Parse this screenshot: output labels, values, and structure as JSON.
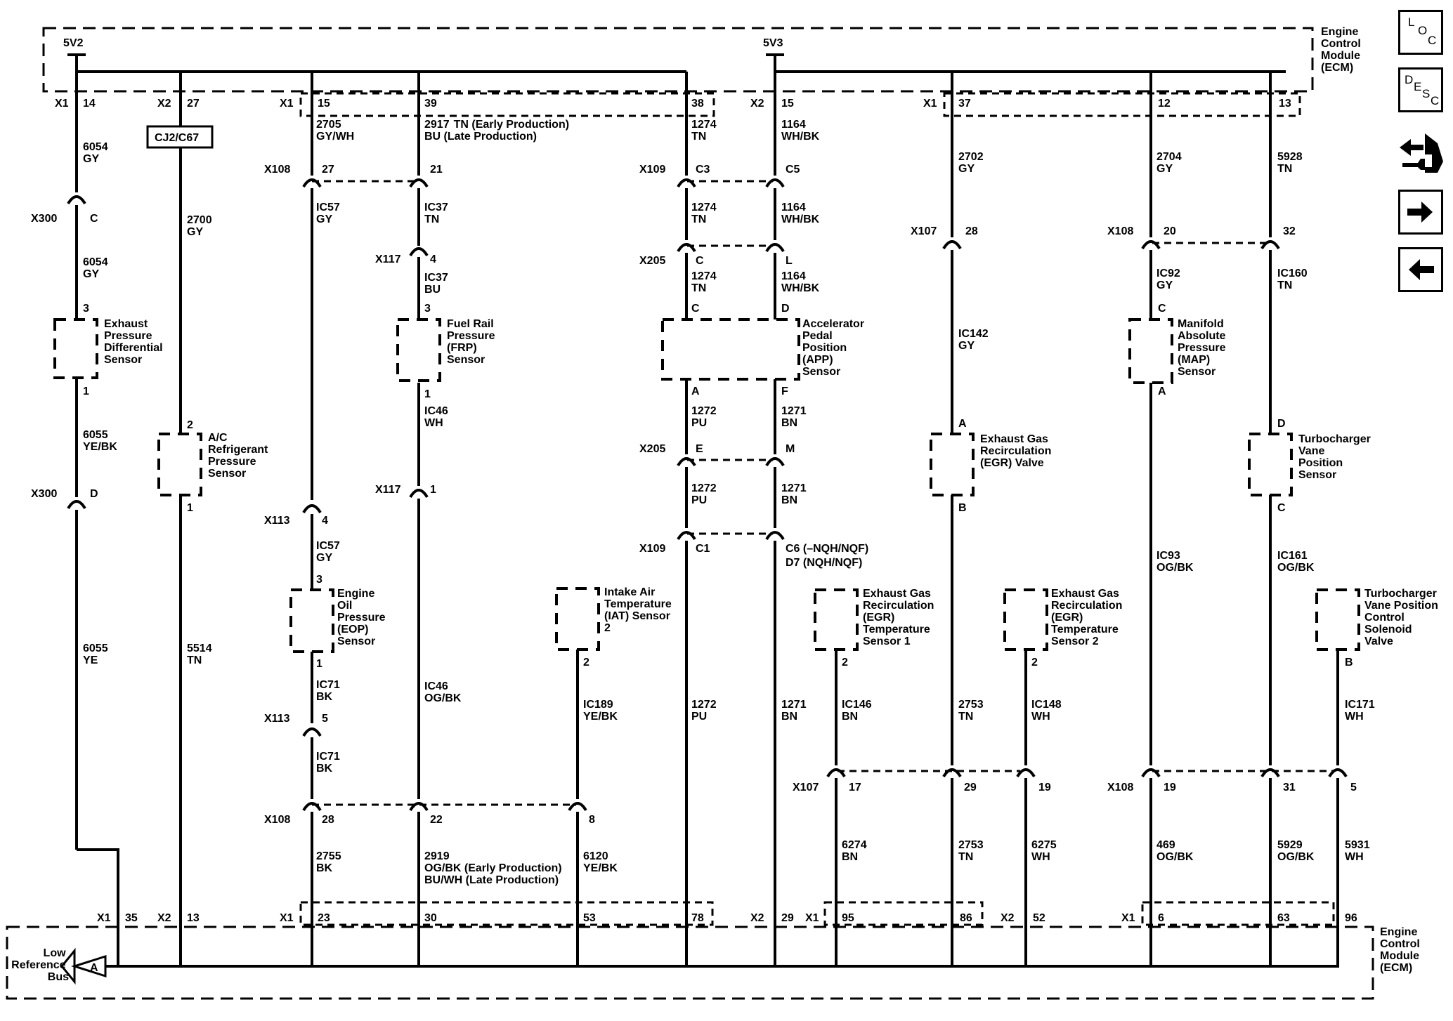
{
  "ecm_top": {
    "label": [
      "Engine",
      "Control",
      "Module",
      "(ECM)"
    ],
    "rails": [
      {
        "name": "5V2"
      },
      {
        "name": "5V3"
      }
    ]
  },
  "ecm_bottom": {
    "label": [
      "Engine",
      "Control",
      "Module",
      "(ECM)"
    ],
    "low_ref": [
      "Low",
      "Reference",
      "Bus"
    ],
    "low_ref_symbol": "A"
  },
  "connector_box": "CJ2/C67",
  "top_pins": [
    {
      "conn": "X1",
      "pin": "14"
    },
    {
      "conn": "X2",
      "pin": "27"
    },
    {
      "conn": "X1",
      "pin": "15"
    },
    {
      "pin": "39"
    },
    {
      "pin": "38"
    },
    {
      "conn": "X2",
      "pin": "15"
    },
    {
      "conn": "X1",
      "pin": "37"
    },
    {
      "pin": "12"
    },
    {
      "pin": "13"
    }
  ],
  "bottom_pins": [
    {
      "conn": "X1",
      "pin": "35"
    },
    {
      "conn": "X2",
      "pin": "13"
    },
    {
      "conn": "X1",
      "pin": "23"
    },
    {
      "pin": "30"
    },
    {
      "pin": "53"
    },
    {
      "pin": "78"
    },
    {
      "conn": "X2",
      "pin": "29"
    },
    {
      "conn": "X1",
      "pin": "95"
    },
    {
      "pin": "86"
    },
    {
      "conn": "X2",
      "pin": "52"
    },
    {
      "conn": "X1",
      "pin": "6"
    },
    {
      "pin": "63"
    },
    {
      "pin": "96"
    }
  ],
  "sensors": [
    {
      "label": [
        "Exhaust",
        "Pressure",
        "Differential",
        "Sensor"
      ],
      "pins": [
        "3",
        "1"
      ]
    },
    {
      "label": [
        "A/C",
        "Refrigerant",
        "Pressure",
        "Sensor"
      ],
      "pins": [
        "2",
        "1"
      ]
    },
    {
      "label": [
        "Fuel Rail",
        "Pressure",
        "(FRP)",
        "Sensor"
      ],
      "pins": [
        "3",
        "1"
      ]
    },
    {
      "label": [
        "Engine",
        "Oil",
        "Pressure",
        "(EOP)",
        "Sensor"
      ],
      "pins": [
        "3",
        "1"
      ]
    },
    {
      "label": [
        "Intake Air",
        "Temperature",
        "(IAT) Sensor",
        "2"
      ],
      "pins": [
        "2"
      ]
    },
    {
      "label": [
        "Accelerator",
        "Pedal",
        "Position",
        "(APP)",
        "Sensor"
      ],
      "pins": [
        "C",
        "D",
        "A",
        "F"
      ]
    },
    {
      "label": [
        "Exhaust Gas",
        "Recirculation",
        "(EGR)",
        "Temperature",
        "Sensor 1"
      ],
      "pins": [
        "2"
      ]
    },
    {
      "label": [
        "Exhaust Gas",
        "Recirculation",
        "(EGR) Valve"
      ],
      "pins": [
        "A",
        "B"
      ]
    },
    {
      "label": [
        "Exhaust Gas",
        "Recirculation",
        "(EGR)",
        "Temperature",
        "Sensor 2"
      ],
      "pins": [
        "2"
      ]
    },
    {
      "label": [
        "Manifold",
        "Absolute",
        "Pressure",
        "(MAP)",
        "Sensor"
      ],
      "pins": [
        "C",
        "A"
      ]
    },
    {
      "label": [
        "Turbocharger",
        "Vane",
        "Position",
        "Sensor"
      ],
      "pins": [
        "D",
        "C"
      ]
    },
    {
      "label": [
        "Turbocharger",
        "Vane Position",
        "Control",
        "Solenoid",
        "Valve"
      ],
      "pins": [
        "B"
      ]
    }
  ],
  "inline_connectors": [
    {
      "name": "X300",
      "pin": "C"
    },
    {
      "name": "X300",
      "pin": "D"
    },
    {
      "name": "X108",
      "pin": "27"
    },
    {
      "pin": "21"
    },
    {
      "name": "X117",
      "pin": "4"
    },
    {
      "name": "X117",
      "pin": "1"
    },
    {
      "name": "X113",
      "pin": "4"
    },
    {
      "name": "X113",
      "pin": "5"
    },
    {
      "name": "X108",
      "pin": "28"
    },
    {
      "pin": "22"
    },
    {
      "pin": "8"
    },
    {
      "name": "X109",
      "pin": "C3"
    },
    {
      "pin": "C5"
    },
    {
      "name": "X205",
      "pin": "C"
    },
    {
      "pin": "L"
    },
    {
      "name": "X205",
      "pin": "E"
    },
    {
      "pin": "M"
    },
    {
      "name": "X109",
      "pin": "C1"
    },
    {
      "pin": "C6 (–NQH/NQF)"
    },
    {
      "pin": "D7 (NQH/NQF)"
    },
    {
      "name": "X107",
      "pin": "28"
    },
    {
      "name": "X108",
      "pin": "20"
    },
    {
      "pin": "32"
    },
    {
      "name": "X107",
      "pin": "17"
    },
    {
      "pin": "29"
    },
    {
      "pin": "19"
    },
    {
      "name": "X108",
      "pin": "19"
    },
    {
      "pin": "31"
    },
    {
      "pin": "5"
    }
  ],
  "wires": [
    {
      "circuit": "6054",
      "color": "GY"
    },
    {
      "circuit": "6054",
      "color": "GY"
    },
    {
      "circuit": "6055",
      "color": "YE/BK"
    },
    {
      "circuit": "6055",
      "color": "YE"
    },
    {
      "circuit": "2700",
      "color": "GY"
    },
    {
      "circuit": "5514",
      "color": "TN"
    },
    {
      "circuit": "2705",
      "color": "GY/WH"
    },
    {
      "circuit": "IC57",
      "color": "GY"
    },
    {
      "circuit": "IC57",
      "color": "GY"
    },
    {
      "circuit": "IC71",
      "color": "BK"
    },
    {
      "circuit": "IC71",
      "color": "BK"
    },
    {
      "circuit": "2755",
      "color": "BK"
    },
    {
      "circuit": "2917",
      "color": "TN (Early Production)"
    },
    {
      "color": "BU (Late Production)"
    },
    {
      "circuit": "IC37",
      "color": "TN"
    },
    {
      "circuit": "IC37",
      "color": "BU"
    },
    {
      "circuit": "IC46",
      "color": "WH"
    },
    {
      "circuit": "IC46",
      "color": "OG/BK"
    },
    {
      "circuit": "2919",
      "color": "OG/BK (Early Production)"
    },
    {
      "color": "BU/WH (Late Production)"
    },
    {
      "circuit": "IC189",
      "color": "YE/BK"
    },
    {
      "circuit": "6120",
      "color": "YE/BK"
    },
    {
      "circuit": "1274",
      "color": "TN"
    },
    {
      "circuit": "1274",
      "color": "TN"
    },
    {
      "circuit": "1274",
      "color": "TN"
    },
    {
      "circuit": "1272",
      "color": "PU"
    },
    {
      "circuit": "1272",
      "color": "PU"
    },
    {
      "circuit": "1272",
      "color": "PU"
    },
    {
      "circuit": "1164",
      "color": "WH/BK"
    },
    {
      "circuit": "1164",
      "color": "WH/BK"
    },
    {
      "circuit": "1164",
      "color": "WH/BK"
    },
    {
      "circuit": "1271",
      "color": "BN"
    },
    {
      "circuit": "1271",
      "color": "BN"
    },
    {
      "circuit": "1271",
      "color": "BN"
    },
    {
      "circuit": "IC146",
      "color": "BN"
    },
    {
      "circuit": "6274",
      "color": "BN"
    },
    {
      "circuit": "2702",
      "color": "GY"
    },
    {
      "circuit": "IC142",
      "color": "GY"
    },
    {
      "circuit": "2753",
      "color": "TN"
    },
    {
      "circuit": "2753",
      "color": "TN"
    },
    {
      "circuit": "IC148",
      "color": "WH"
    },
    {
      "circuit": "6275",
      "color": "WH"
    },
    {
      "circuit": "2704",
      "color": "GY"
    },
    {
      "circuit": "IC92",
      "color": "GY"
    },
    {
      "circuit": "IC93",
      "color": "OG/BK"
    },
    {
      "circuit": "469",
      "color": "OG/BK"
    },
    {
      "circuit": "5928",
      "color": "TN"
    },
    {
      "circuit": "IC160",
      "color": "TN"
    },
    {
      "circuit": "IC161",
      "color": "OG/BK"
    },
    {
      "circuit": "5929",
      "color": "OG/BK"
    },
    {
      "circuit": "IC171",
      "color": "WH"
    },
    {
      "circuit": "5931",
      "color": "WH"
    }
  ],
  "nav_icons": [
    {
      "name": "component-locator-icon",
      "letters": [
        "L",
        "O",
        "C"
      ]
    },
    {
      "name": "description-icon",
      "letters": [
        "D",
        "E",
        "S",
        "C"
      ]
    },
    {
      "name": "connector-end-view-icon"
    },
    {
      "name": "next-page-icon"
    },
    {
      "name": "previous-page-icon"
    }
  ]
}
